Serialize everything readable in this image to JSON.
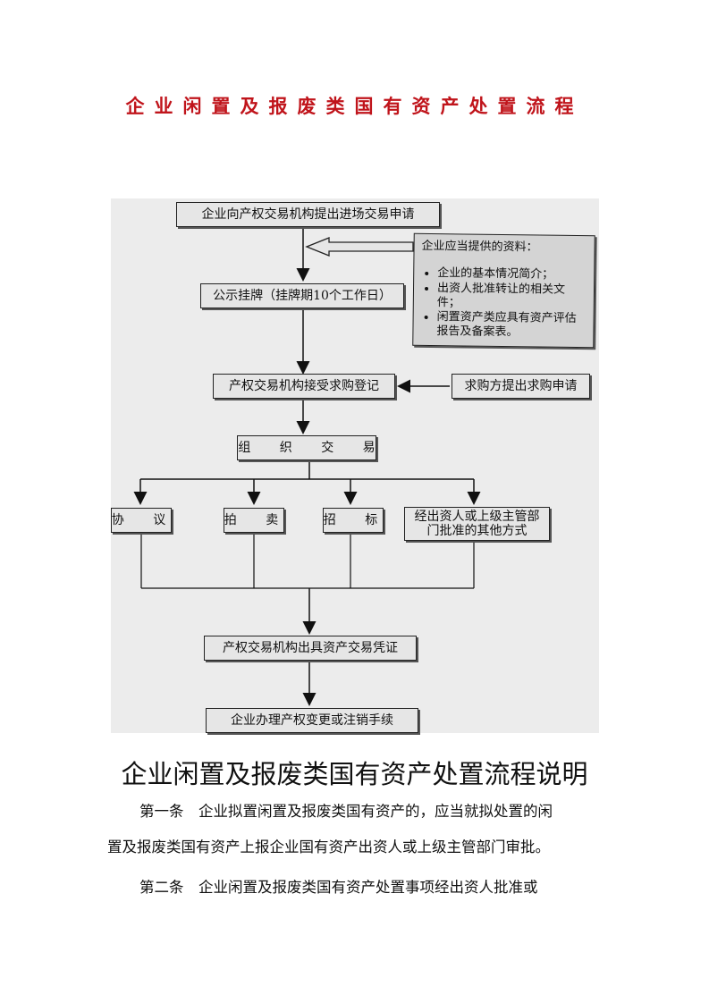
{
  "doc_title": "企业闲置及报废类国有资产处置流程",
  "flow": {
    "step1": "企业向产权交易机构提出进场交易申请",
    "note_title": "企业应当提供的资料：",
    "note_items": [
      "企业的基本情况简介；",
      "出资人批准转让的相关文件；",
      "闲置资产类应具有资产评估报告及备案表。"
    ],
    "step2": "公示挂牌（挂牌期10个工作日）",
    "step3": "产权交易机构接受求购登记",
    "buyer": "求购方提出求购申请",
    "step4": "组 织 交 易",
    "methods": [
      "协 议",
      "拍 卖",
      "招 标",
      "经出资人或上级主管部门批准的其他方式"
    ],
    "step5": "产权交易机构出具资产交易凭证",
    "step6": "企业办理产权变更或注销手续"
  },
  "section_title": "企业闲置及报废类国有资产处置流程说明",
  "paragraphs": [
    "第一条　企业拟置闲置及报废类国有资产的，应当就拟处置的闲",
    "置及报废类国有资产上报企业国有资产出资人或上级主管部门审批。",
    "第二条　企业闲置及报废类国有资产处置事项经出资人批准或"
  ]
}
